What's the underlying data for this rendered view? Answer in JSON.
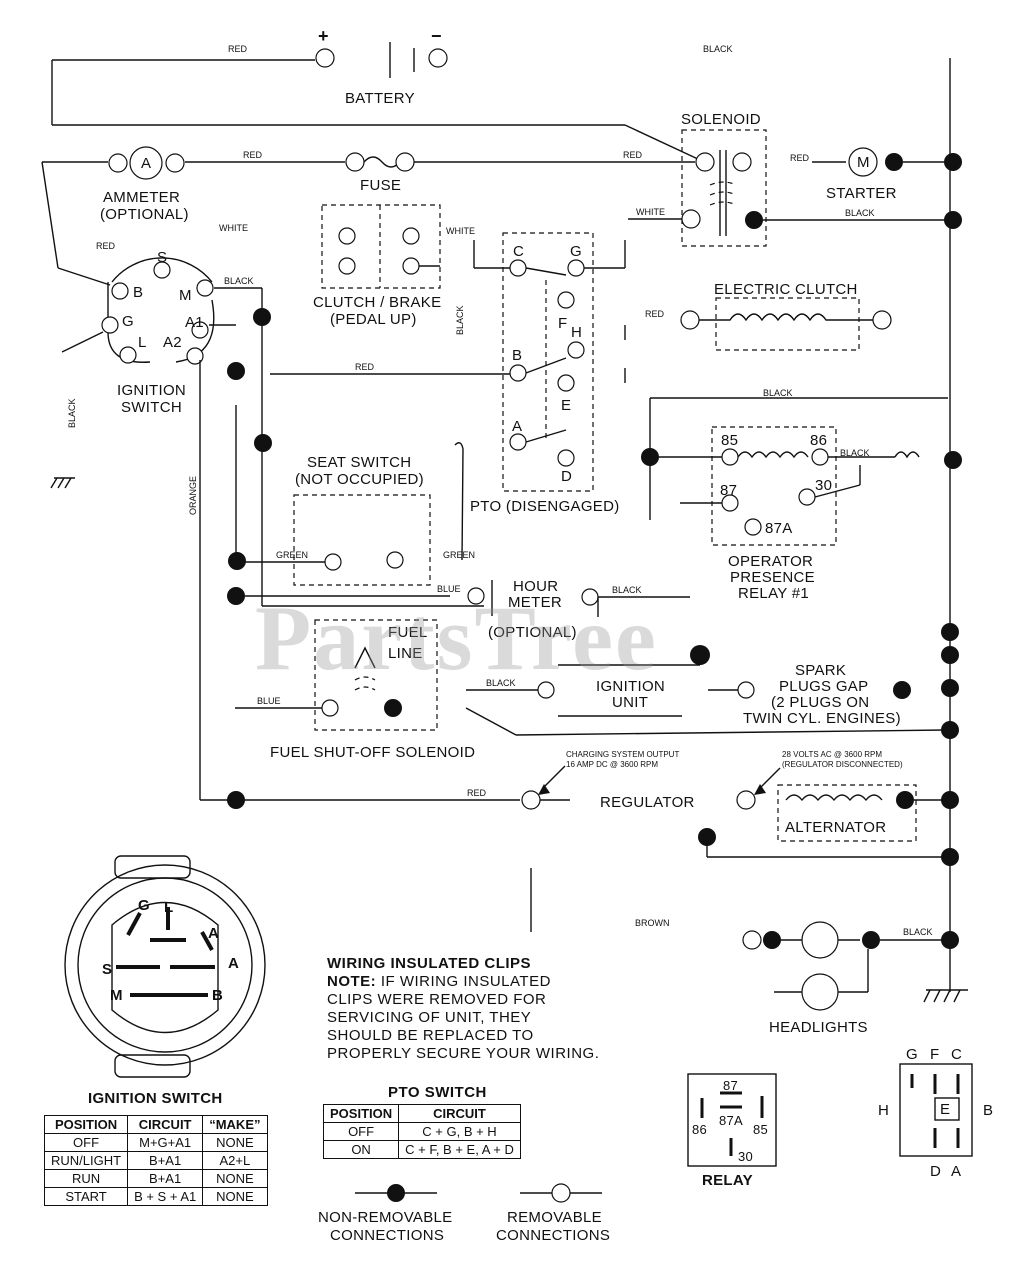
{
  "battery": {
    "label": "BATTERY",
    "plus": "+",
    "minus": "−"
  },
  "solenoid": {
    "label": "SOLENOID"
  },
  "ammeter": {
    "label": "AMMETER",
    "sub": "(OPTIONAL)",
    "symbol": "A"
  },
  "fuse": {
    "label": "FUSE"
  },
  "starter": {
    "label": "STARTER",
    "symbol": "M"
  },
  "ignition_switch": {
    "label1": "IGNITION",
    "label2": "SWITCH",
    "terminals": [
      "B",
      "S",
      "M",
      "G",
      "A1",
      "L",
      "A2"
    ]
  },
  "clutch_brake": {
    "label1": "CLUTCH / BRAKE",
    "label2": "(PEDAL UP)"
  },
  "electric_clutch": {
    "label": "ELECTRIC CLUTCH"
  },
  "pto": {
    "label": "PTO (DISENGAGED)",
    "terminals": [
      "C",
      "G",
      "F",
      "H",
      "B",
      "E",
      "A",
      "D"
    ]
  },
  "seat_switch": {
    "label1": "SEAT SWITCH",
    "label2": "(NOT OCCUPIED)"
  },
  "relay1": {
    "label1": "OPERATOR",
    "label2": "PRESENCE",
    "label3": "RELAY #1",
    "t85": "85",
    "t86": "86",
    "t87": "87",
    "t30": "30",
    "t87a": "87A"
  },
  "hour_meter": {
    "label1": "HOUR",
    "label2": "METER",
    "sub": "(OPTIONAL)"
  },
  "fuel_line": {
    "label1": "FUEL",
    "label2": "LINE"
  },
  "fuel_solenoid": {
    "label": "FUEL SHUT-OFF SOLENOID"
  },
  "ignition_unit": {
    "label1": "IGNITION",
    "label2": "UNIT"
  },
  "spark": {
    "label1": "SPARK",
    "label2": "PLUGS GAP",
    "label3": "(2 PLUGS ON",
    "label4": "TWIN CYL. ENGINES)"
  },
  "regulator": {
    "label": "REGULATOR",
    "charging1": "CHARGING SYSTEM OUTPUT",
    "charging2": "16 AMP DC @ 3600 RPM",
    "ac1": "28 VOLTS AC @ 3600 RPM",
    "ac2": "(REGULATOR DISCONNECTED)"
  },
  "alternator": {
    "label": "ALTERNATOR"
  },
  "headlights": {
    "label": "HEADLIGHTS"
  },
  "wires": {
    "red": "RED",
    "black": "BLACK",
    "white": "WHITE",
    "green": "GREEN",
    "blue": "BLUE",
    "orange": "ORANGE",
    "brown": "BROWN"
  },
  "watermark": "PartsTree",
  "note": {
    "title": "WIRING INSULATED CLIPS",
    "lead": "NOTE:",
    "line1": " IF WIRING INSULATED",
    "line2": "CLIPS WERE REMOVED FOR",
    "line3": "SERVICING OF UNIT, THEY",
    "line4": "SHOULD BE REPLACED TO",
    "line5": "PROPERLY SECURE YOUR WIRING."
  },
  "ign_switch_table": {
    "title": "IGNITION SWITCH",
    "headers": [
      "POSITION",
      "CIRCUIT",
      "“MAKE”"
    ],
    "rows": [
      [
        "OFF",
        "M+G+A1",
        "NONE"
      ],
      [
        "RUN/LIGHT",
        "B+A1",
        "A2+L"
      ],
      [
        "RUN",
        "B+A1",
        "NONE"
      ],
      [
        "START",
        "B + S + A1",
        "NONE"
      ]
    ]
  },
  "pto_table": {
    "title": "PTO SWITCH",
    "headers": [
      "POSITION",
      "CIRCUIT"
    ],
    "rows": [
      [
        "OFF",
        "C + G, B + H"
      ],
      [
        "ON",
        "C + F, B + E, A + D"
      ]
    ]
  },
  "legend": {
    "nonremovable1": "NON-REMOVABLE",
    "nonremovable2": "CONNECTIONS",
    "removable1": "REMOVABLE",
    "removable2": "CONNECTIONS"
  },
  "relay_pin": {
    "label": "RELAY",
    "p87": "87",
    "p87a": "87A",
    "p86": "86",
    "p85": "85",
    "p30": "30"
  },
  "pto_pin": {
    "G": "G",
    "F": "F",
    "C": "C",
    "H": "H",
    "E": "E",
    "B": "B",
    "D": "D",
    "A": "A"
  },
  "ign_face": {
    "G": "G",
    "L": "L",
    "A1": "A",
    "S": "S",
    "A2": "A",
    "M": "M",
    "B": "B"
  }
}
